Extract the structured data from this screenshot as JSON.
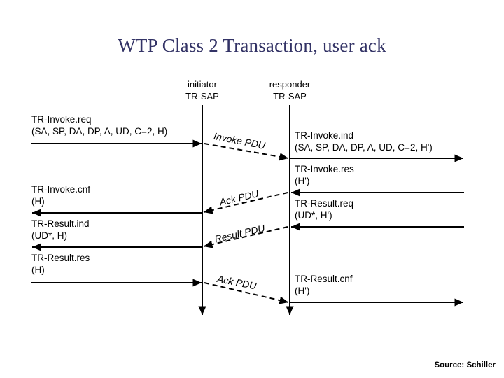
{
  "slide": {
    "title": "WTP Class 2 Transaction, user ack",
    "footer": "Source: Schiller",
    "background": "#ffffff",
    "title_color": "#333366",
    "line_color": "#000000"
  },
  "lifelines": [
    {
      "name": "initiator",
      "role_line1": "initiator",
      "role_line2": "TR-SAP"
    },
    {
      "name": "responder",
      "role_line1": "responder",
      "role_line2": "TR-SAP"
    }
  ],
  "left_primitives": [
    {
      "line1": "TR-Invoke.req",
      "line2": "(SA, SP, DA, DP, A, UD, C=2, H)",
      "direction": "right"
    },
    {
      "line1": "TR-Invoke.cnf",
      "line2": "(H)",
      "direction": "left"
    },
    {
      "line1": "TR-Result.ind",
      "line2": "(UD*, H)",
      "direction": "left"
    },
    {
      "line1": "TR-Result.res",
      "line2": "(H)",
      "direction": "right"
    }
  ],
  "right_primitives": [
    {
      "line1": "TR-Invoke.ind",
      "line2": "(SA, SP, DA, DP, A, UD, C=2, H')",
      "direction": "right"
    },
    {
      "line1": "TR-Invoke.res",
      "line2": "(H')",
      "direction": "left"
    },
    {
      "line1": "TR-Result.req",
      "line2": "(UD*, H')",
      "direction": "left"
    },
    {
      "line1": "TR-Result.cnf",
      "line2": "(H')",
      "direction": "right"
    }
  ],
  "pdus": [
    {
      "label": "Invoke PDU",
      "direction": "down-right"
    },
    {
      "label": "Ack PDU",
      "direction": "up-left"
    },
    {
      "label": "Result PDU",
      "direction": "up-left"
    },
    {
      "label": "Ack PDU",
      "direction": "down-right"
    }
  ]
}
